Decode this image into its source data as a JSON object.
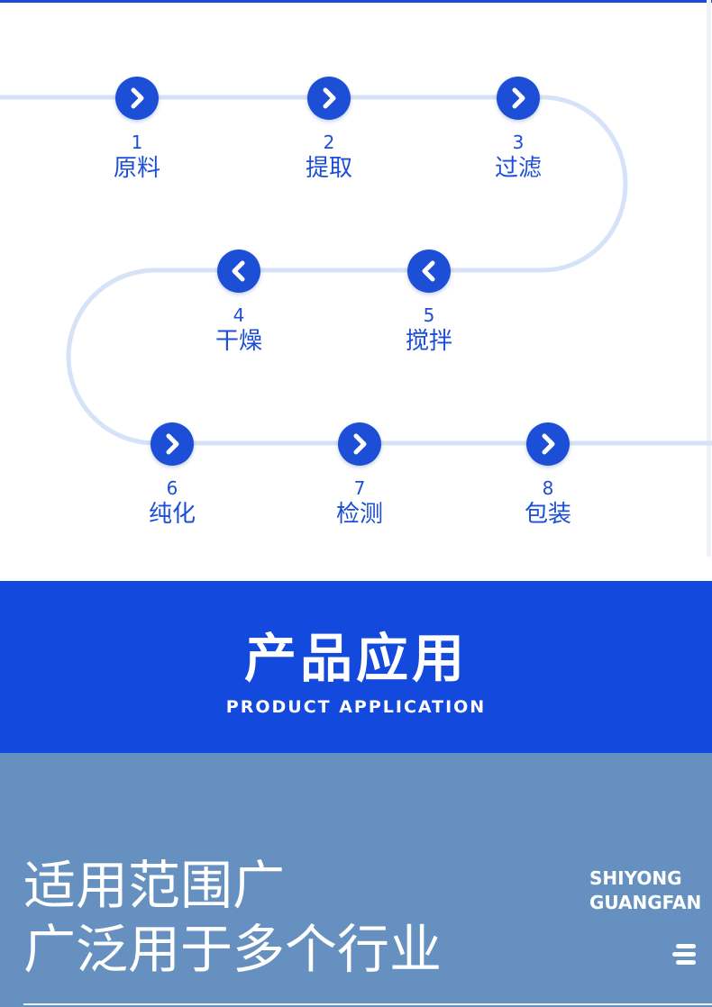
{
  "process": {
    "steps": [
      {
        "num": "1",
        "label": "原料",
        "direction": "right"
      },
      {
        "num": "2",
        "label": "提取",
        "direction": "right"
      },
      {
        "num": "3",
        "label": "过滤",
        "direction": "right"
      },
      {
        "num": "4",
        "label": "干燥",
        "direction": "left"
      },
      {
        "num": "5",
        "label": "搅拌",
        "direction": "left"
      },
      {
        "num": "6",
        "label": "纯化",
        "direction": "right"
      },
      {
        "num": "7",
        "label": "检测",
        "direction": "right"
      },
      {
        "num": "8",
        "label": "包装",
        "direction": "right"
      }
    ],
    "icons": {
      "right": "chevron-right-icon",
      "left": "chevron-left-icon"
    }
  },
  "banner": {
    "title": "产品应用",
    "subtitle": "PRODUCT APPLICATION"
  },
  "application": {
    "line1": "适用范围广",
    "line2": "广泛用于多个行业",
    "en_line1": "SHIYONG",
    "en_line2": "GUANGFAN",
    "menu_icon": "menu-icon"
  },
  "colors": {
    "accent": "#1c4fd6",
    "banner": "#1349dc",
    "section_bg": "#6590bf",
    "path": "#d6e2f7"
  }
}
